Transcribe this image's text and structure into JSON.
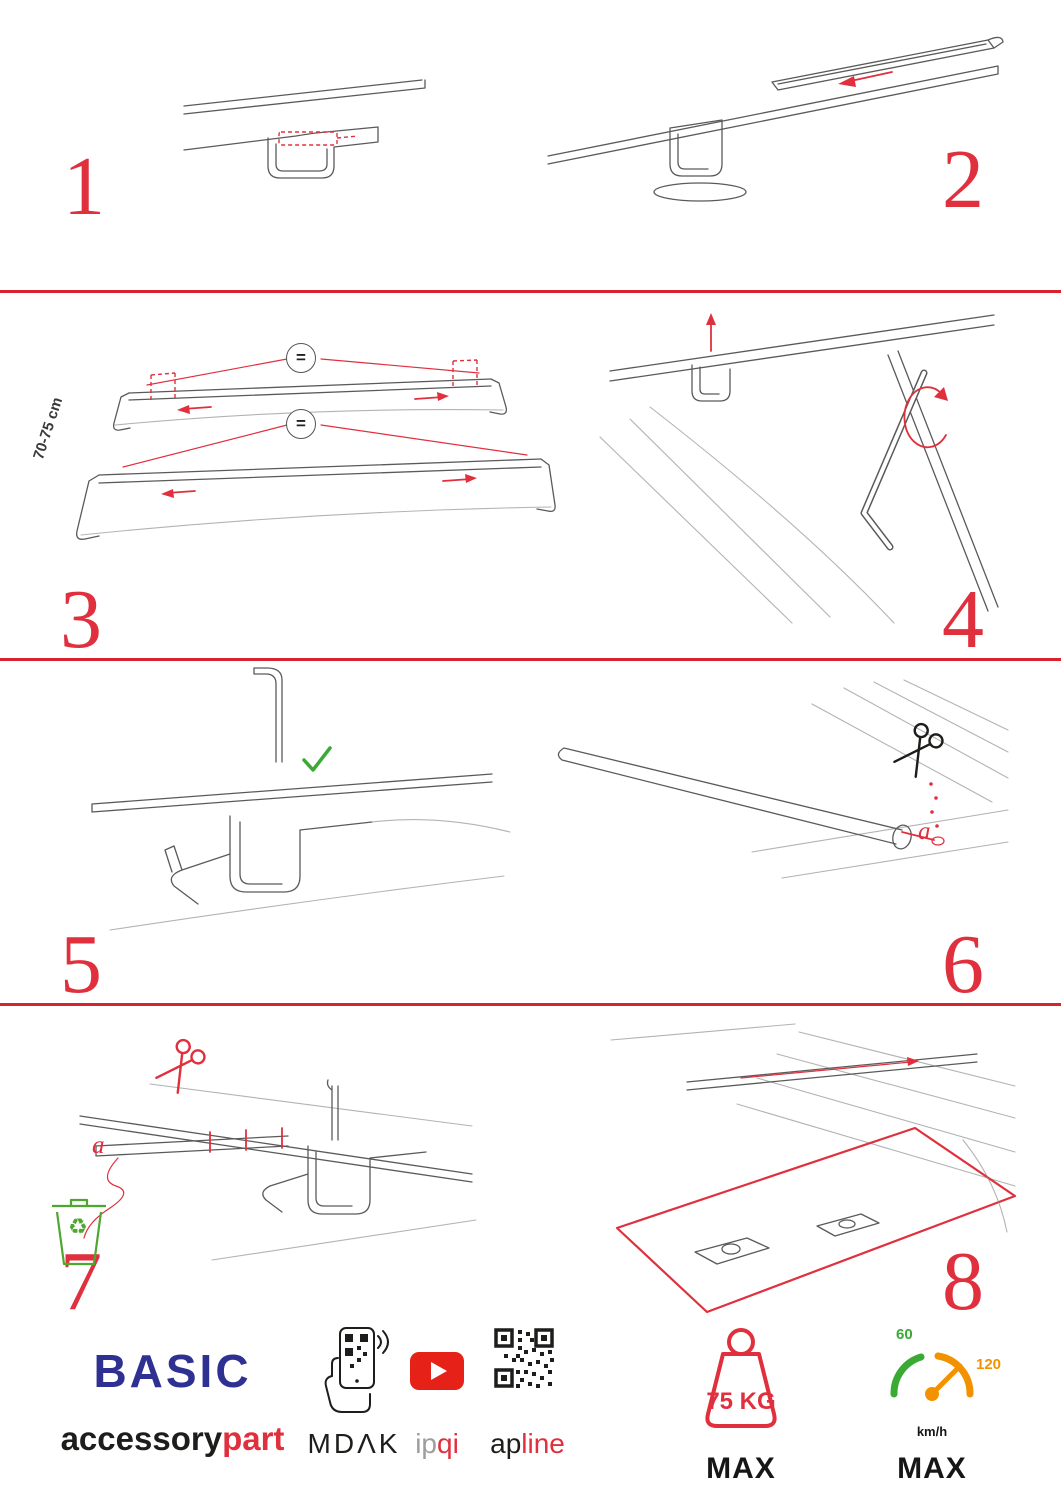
{
  "page": {
    "background": "#ffffff"
  },
  "colors": {
    "accent_red": "#e0303e",
    "divider_red": "#d8232e",
    "line_gray": "#5a5a5a",
    "brand_blue": "#2e3192",
    "green": "#3aaa35",
    "trash_green": "#4ea72e",
    "orange": "#f39200",
    "youtube_red": "#e62117",
    "text_dark": "#1d1d1b"
  },
  "steps": [
    "1",
    "2",
    "3",
    "4",
    "5",
    "6",
    "7",
    "8"
  ],
  "annotations": {
    "equals_symbol": "=",
    "bar_distance": "70-75 cm",
    "cut_label_step6": "a",
    "cut_label_step7": "a",
    "recycle_symbol": "♻"
  },
  "footer": {
    "brand": "BASIC",
    "brand_sub_black": "accessory",
    "brand_sub_red": "part",
    "partner_mdak": "MDΛK",
    "partner_ipqi_gray": "ip",
    "partner_ipqi_red": "qi",
    "partner_apline_black": "ap",
    "partner_apline_red": "line",
    "weight_limit": "75 KG",
    "weight_max": "MAX",
    "speed_tick_low": "60",
    "speed_tick_high": "120",
    "speed_unit": "km/h",
    "speed_max": "MAX"
  }
}
